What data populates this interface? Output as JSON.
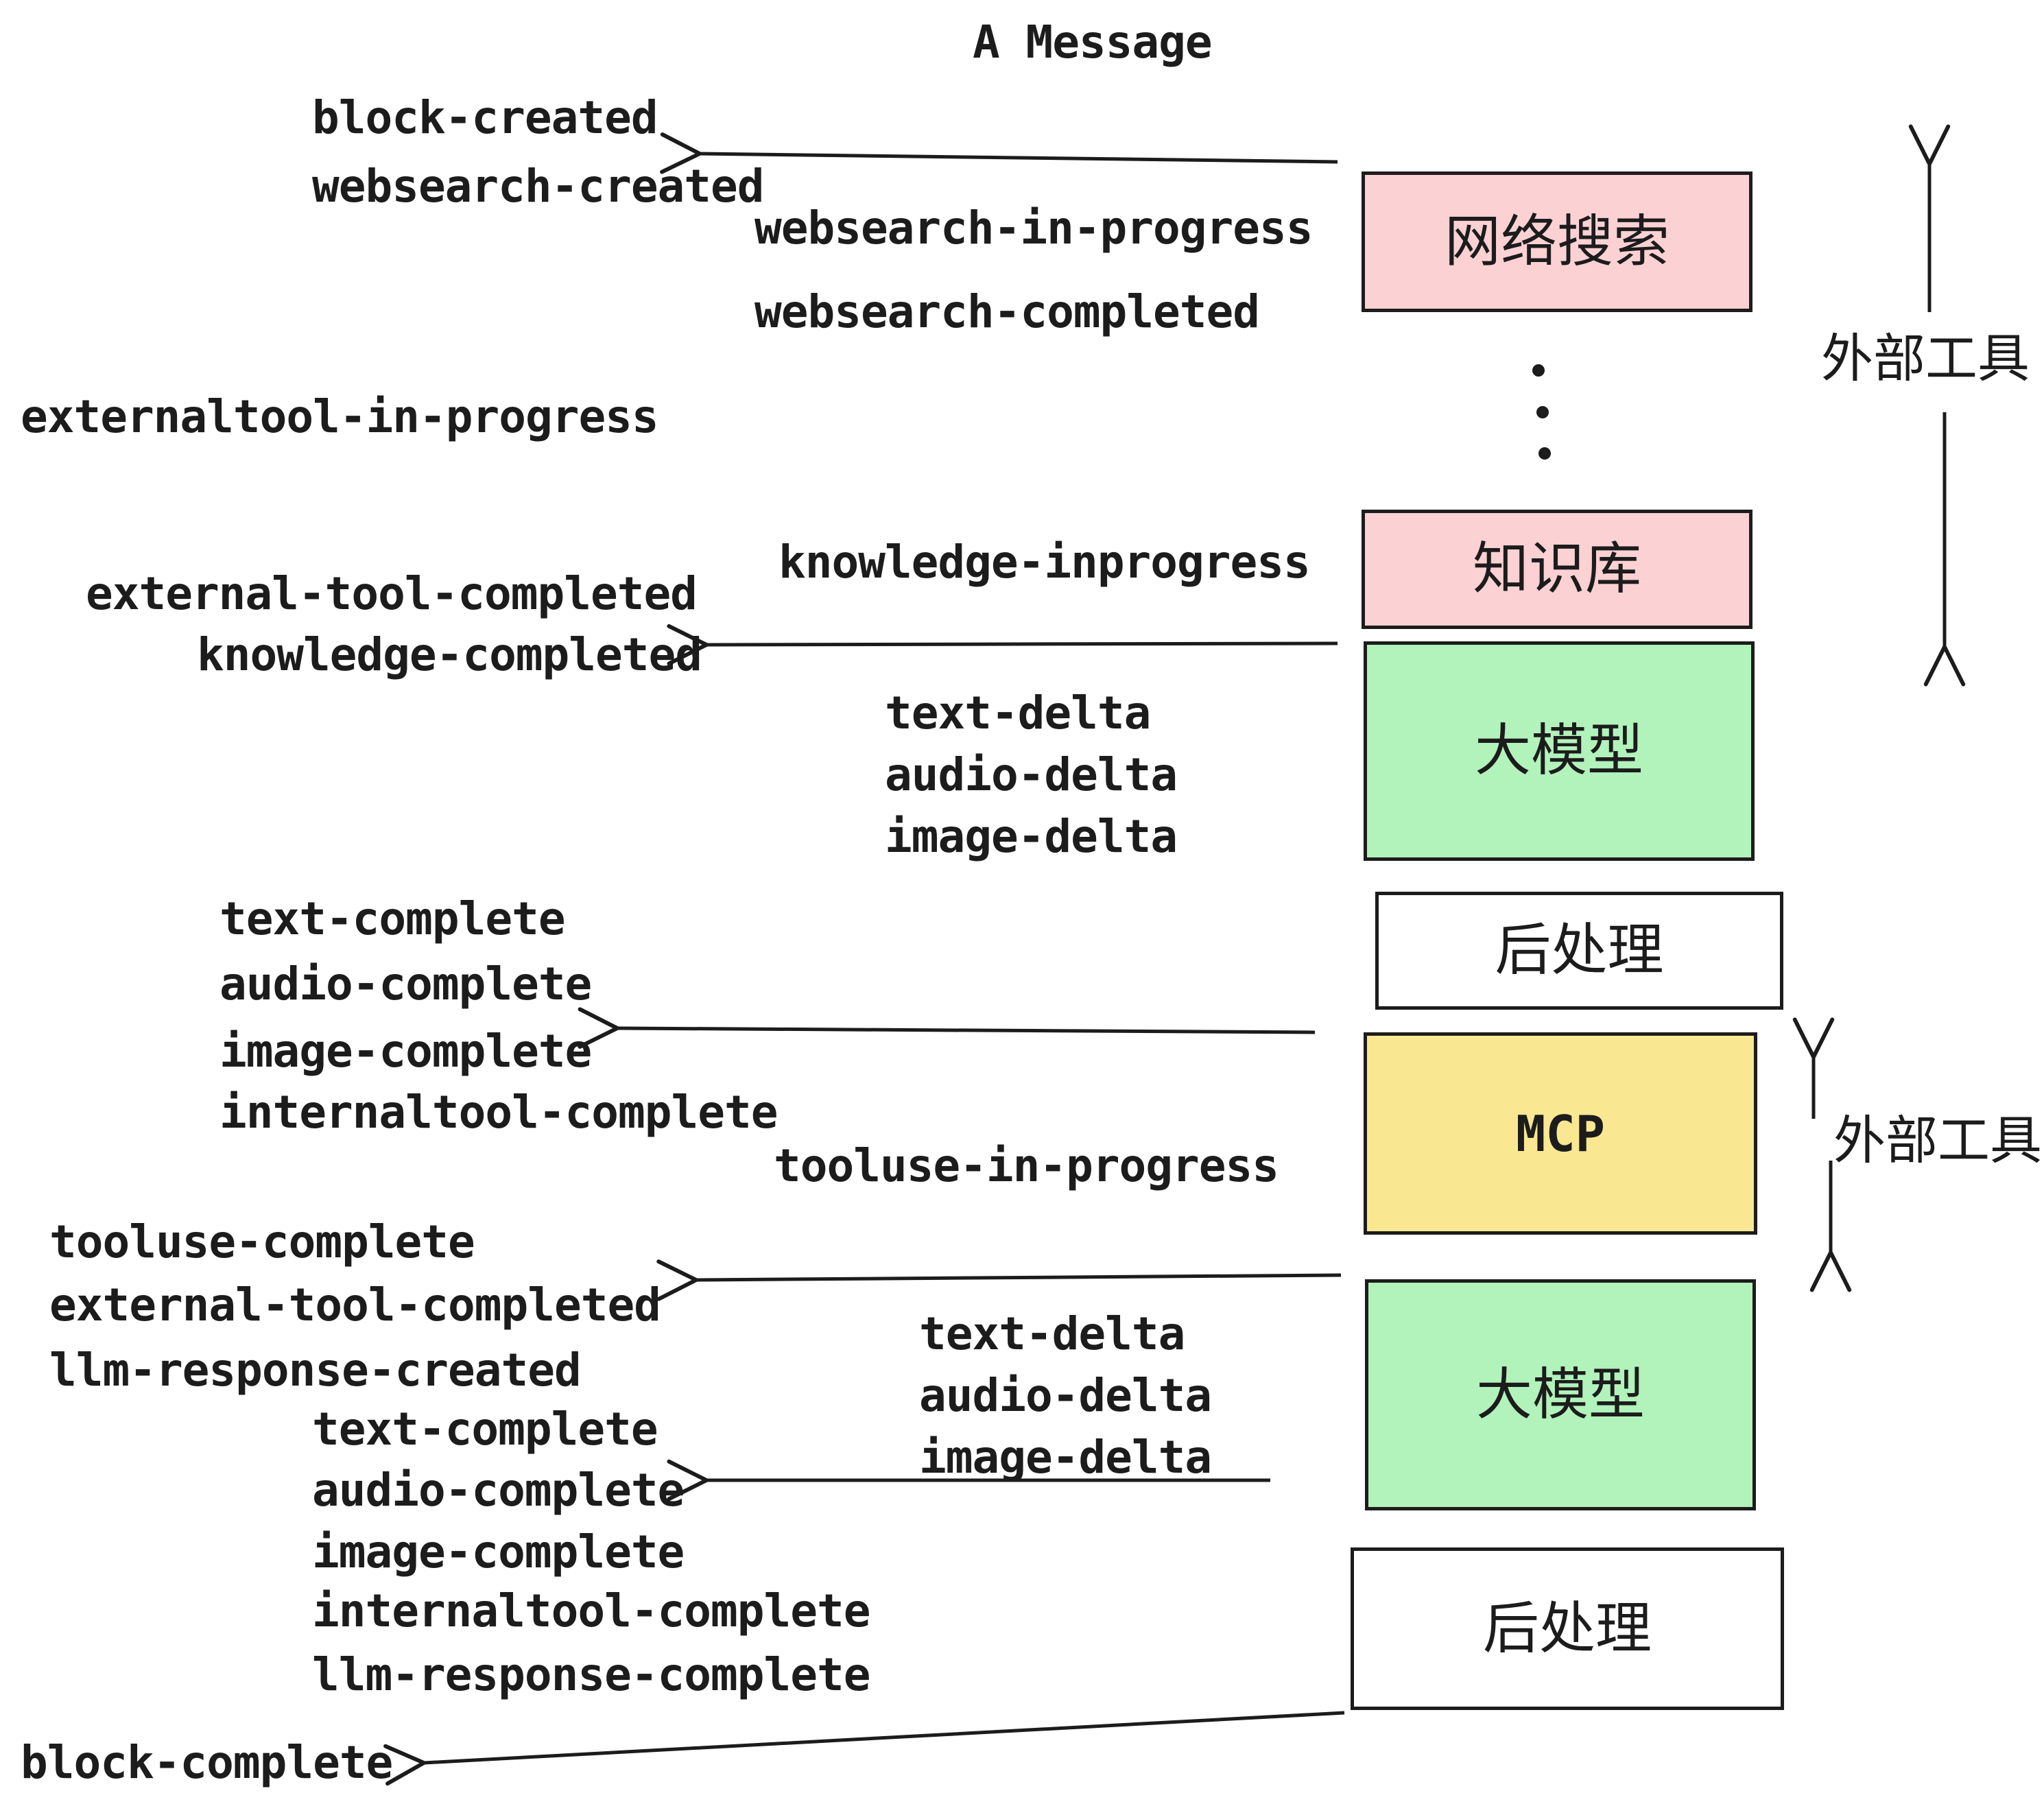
{
  "title": "A Message",
  "colors": {
    "background": "#ffffff",
    "ink": "#1c1c1c",
    "pink": "#fcd1d4",
    "green": "#b2f2bb",
    "yellow": "#fae792",
    "white": "#ffffff"
  },
  "boxes": [
    {
      "label": "网络搜索",
      "fill": "pink"
    },
    {
      "label": "知识库",
      "fill": "pink"
    },
    {
      "label": "大模型",
      "fill": "green"
    },
    {
      "label": "后处理",
      "fill": "white"
    },
    {
      "label": "MCP",
      "fill": "yellow"
    },
    {
      "label": "大模型",
      "fill": "green"
    },
    {
      "label": "后处理",
      "fill": "white"
    }
  ],
  "side_labels": [
    {
      "text": "外部工具"
    },
    {
      "text": "外部工具"
    }
  ],
  "event_labels": [
    {
      "text": "block-created"
    },
    {
      "text": "websearch-created"
    },
    {
      "text": "websearch-in-progress"
    },
    {
      "text": "websearch-completed"
    },
    {
      "text": "externaltool-in-progress"
    },
    {
      "text": "knowledge-inprogress"
    },
    {
      "text": "external-tool-completed"
    },
    {
      "text": "knowledge-completed"
    },
    {
      "text": "text-delta"
    },
    {
      "text": "audio-delta"
    },
    {
      "text": "image-delta"
    },
    {
      "text": "text-complete"
    },
    {
      "text": "audio-complete"
    },
    {
      "text": "image-complete"
    },
    {
      "text": "internaltool-complete"
    },
    {
      "text": "tooluse-in-progress"
    },
    {
      "text": "tooluse-complete"
    },
    {
      "text": "external-tool-completed"
    },
    {
      "text": "llm-response-created"
    },
    {
      "text": "text-delta"
    },
    {
      "text": "audio-delta"
    },
    {
      "text": "image-delta"
    },
    {
      "text": "text-complete"
    },
    {
      "text": "audio-complete"
    },
    {
      "text": "image-complete"
    },
    {
      "text": "internaltool-complete"
    },
    {
      "text": "llm-response-complete"
    },
    {
      "text": "block-complete"
    }
  ]
}
